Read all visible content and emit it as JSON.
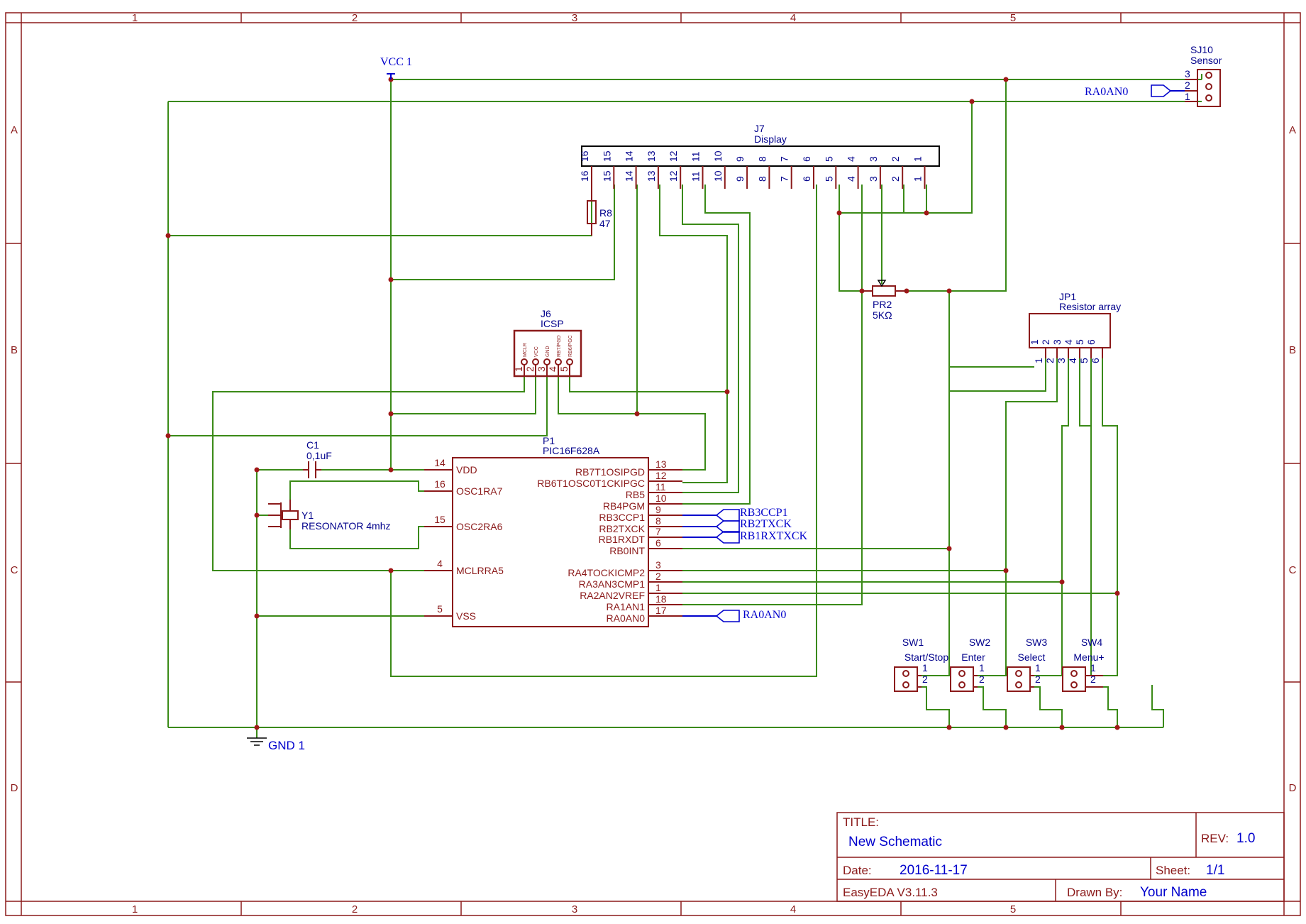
{
  "frame": {
    "columns": [
      "1",
      "2",
      "3",
      "4",
      "5"
    ],
    "rows": [
      "A",
      "B",
      "C",
      "D"
    ]
  },
  "power": {
    "vcc": "VCC 1",
    "gnd": "GND 1"
  },
  "components": {
    "sj10": {
      "ref": "SJ10",
      "value": "Sensor",
      "pins": [
        "3",
        "2",
        "1"
      ]
    },
    "j7": {
      "ref": "J7",
      "value": "Display",
      "pins": [
        "16",
        "15",
        "14",
        "13",
        "12",
        "11",
        "10",
        "9",
        "8",
        "7",
        "6",
        "5",
        "4",
        "3",
        "2",
        "1"
      ]
    },
    "r8": {
      "ref": "R8",
      "value": "47"
    },
    "pr2": {
      "ref": "PR2",
      "value": "5KΩ"
    },
    "jp1": {
      "ref": "JP1",
      "value": "Resistor array",
      "pins": [
        "1",
        "2",
        "3",
        "4",
        "5",
        "6"
      ]
    },
    "j6": {
      "ref": "J6",
      "value": "ICSP",
      "pins": [
        "1",
        "2",
        "3",
        "4",
        "5"
      ],
      "pin_names": [
        "MCLR",
        "VCC",
        "GND",
        "RB7/PGD",
        "RB6/PGC"
      ]
    },
    "c1": {
      "ref": "C1",
      "value": "0,1uF"
    },
    "y1": {
      "ref": "Y1",
      "value": "RESONATOR 4mhz"
    },
    "p1": {
      "ref": "P1",
      "value": "PIC16F628A",
      "left_pins": [
        {
          "num": "14",
          "name": "VDD"
        },
        {
          "num": "16",
          "name": "OSC1RA7"
        },
        {
          "num": "15",
          "name": "OSC2RA6"
        },
        {
          "num": "4",
          "name": "MCLRRA5"
        },
        {
          "num": "5",
          "name": "VSS"
        }
      ],
      "right_pins": [
        {
          "num": "13",
          "name": "RB7T1OSIPGD"
        },
        {
          "num": "12",
          "name": "RB6T1OSC0T1CKIPGC"
        },
        {
          "num": "11",
          "name": "RB5"
        },
        {
          "num": "10",
          "name": "RB4PGM"
        },
        {
          "num": "9",
          "name": "RB3CCP1"
        },
        {
          "num": "8",
          "name": "RB2TXCK"
        },
        {
          "num": "7",
          "name": "RB1RXDT"
        },
        {
          "num": "6",
          "name": "RB0INT"
        },
        {
          "num": "3",
          "name": "RA4TOCKICMP2"
        },
        {
          "num": "2",
          "name": "RA3AN3CMP1"
        },
        {
          "num": "1",
          "name": "RA2AN2VREF"
        },
        {
          "num": "18",
          "name": "RA1AN1"
        },
        {
          "num": "17",
          "name": "RA0AN0"
        }
      ]
    },
    "sw1": {
      "ref": "SW1",
      "value": "Start/Stop",
      "pins": [
        "1",
        "2"
      ]
    },
    "sw2": {
      "ref": "SW2",
      "value": "Enter",
      "pins": [
        "1",
        "2"
      ]
    },
    "sw3": {
      "ref": "SW3",
      "value": "Select",
      "pins": [
        "1",
        "2"
      ]
    },
    "sw4": {
      "ref": "SW4",
      "value": "Menu+",
      "pins": [
        "1",
        "2"
      ]
    }
  },
  "net_labels": {
    "ra0an0_sensor": "RA0AN0",
    "rb3ccp1": "RB3CCP1",
    "rb2txck": "RB2TXCK",
    "rb1rxtxck": "RB1RXTXCK",
    "ra0an0_pic": "RA0AN0"
  },
  "title_block": {
    "title_label": "TITLE:",
    "title": "New Schematic",
    "rev_label": "REV:",
    "rev": "1.0",
    "date_label": "Date:",
    "date": "2016-11-17",
    "sheet_label": "Sheet:",
    "sheet": "1/1",
    "tool": "EasyEDA V3.11.3",
    "drawn_by_label": "Drawn By:",
    "drawn_by": "Your Name"
  }
}
